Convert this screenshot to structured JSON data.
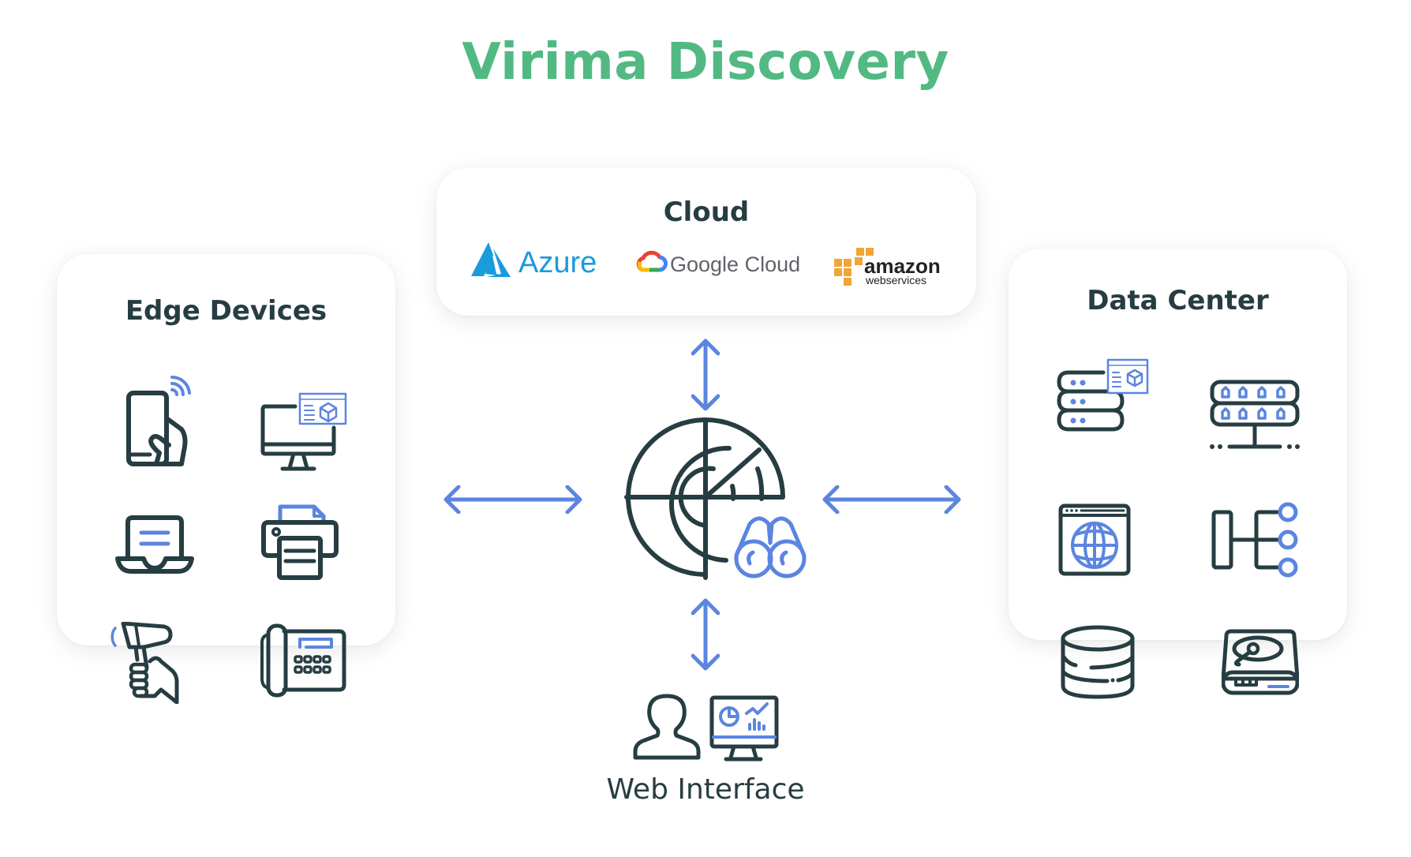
{
  "title": "Virima Discovery",
  "colors": {
    "title": "#52b983",
    "stroke_dark": "#263d42",
    "accent_blue": "#5b85e0",
    "azure_blue": "#1a9bdb",
    "aws_orange": "#f0a536"
  },
  "cloud": {
    "title": "Cloud",
    "providers": [
      {
        "name": "Azure",
        "icon": "azure-logo"
      },
      {
        "name": "Google Cloud",
        "icon": "google-cloud-logo"
      },
      {
        "name": "amazon",
        "sub": "webservices",
        "icon": "aws-logo"
      }
    ]
  },
  "edge": {
    "title": "Edge Devices",
    "icons": [
      "mobile-phone-hand-icon",
      "desktop-monitor-icon",
      "laptop-icon",
      "printer-icon",
      "barcode-scanner-icon",
      "desk-phone-icon"
    ]
  },
  "datacenter": {
    "title": "Data Center",
    "icons": [
      "server-stack-icon",
      "network-switch-icon",
      "web-browser-globe-icon",
      "hierarchy-icon",
      "database-icon",
      "hard-drive-icon"
    ]
  },
  "center": {
    "icon": "radar-binoculars-icon"
  },
  "web_interface": {
    "label": "Web Interface",
    "icons": [
      "user-icon",
      "dashboard-monitor-icon"
    ]
  }
}
